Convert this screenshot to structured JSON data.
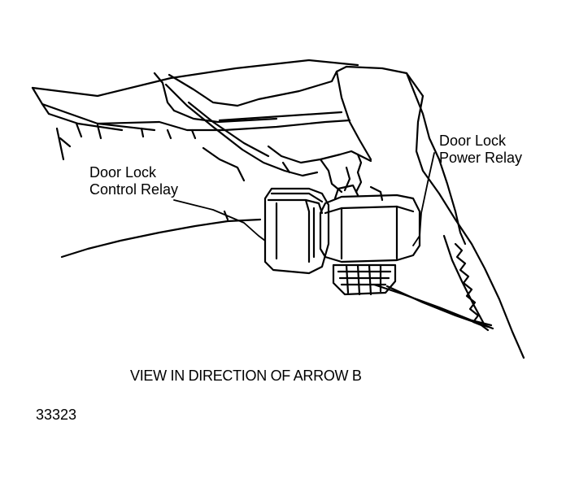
{
  "labels": {
    "control_relay": {
      "line1": "Door Lock",
      "line2": "Control Relay"
    },
    "power_relay": {
      "line1": "Door Lock",
      "line2": "Power Relay"
    }
  },
  "caption": "VIEW IN DIRECTION OF ARROW B",
  "figure_number": "33323",
  "colors": {
    "ink": "#000000",
    "paper": "#ffffff"
  }
}
